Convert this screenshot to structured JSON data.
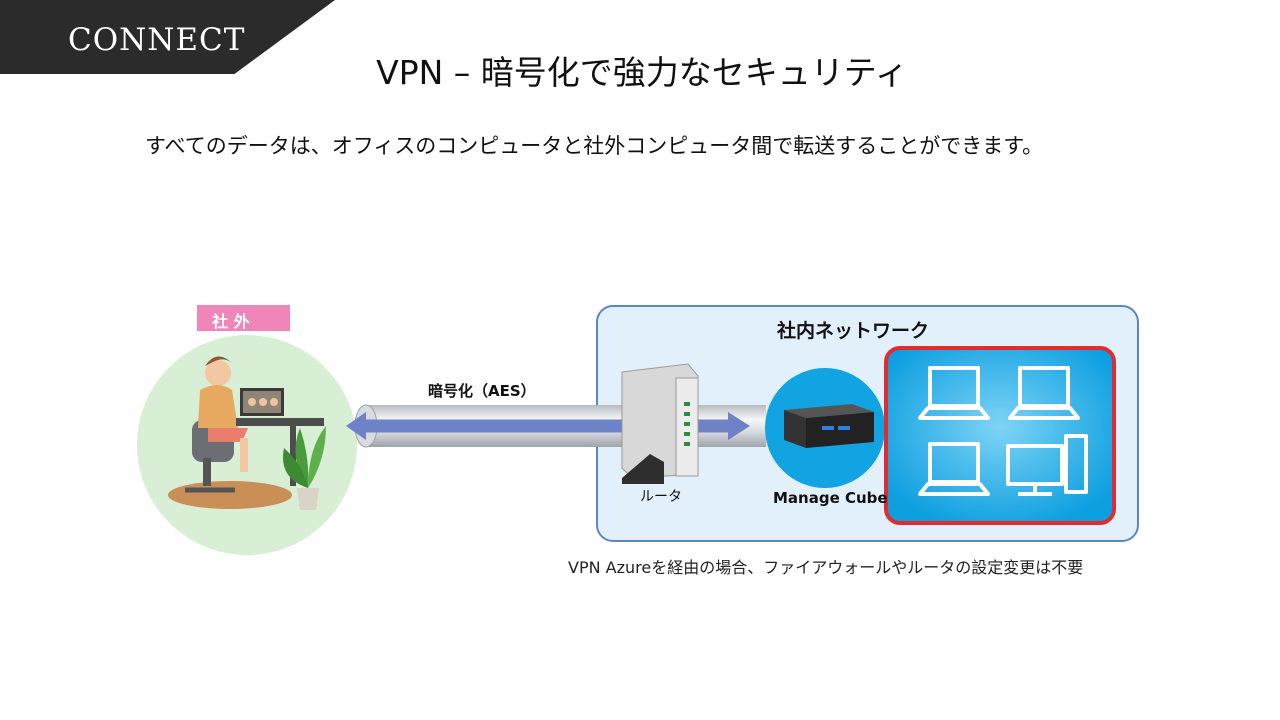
{
  "header": {
    "tag": "CONNECT",
    "title": "VPN – 暗号化で強力なセキュリティ",
    "subtitle": "すべてのデータは、オフィスのコンピュータと社外コンピュータ間で転送することができます。"
  },
  "diagram": {
    "outside_label": "社 外",
    "tunnel_label": "暗号化（AES）",
    "network_label": "社内ネットワーク",
    "router_label": "ルータ",
    "cube_label": "Manage Cube",
    "caption": "VPN Azureを経由の場合、ファイアウォールやルータの設定変更は不要"
  },
  "colors": {
    "tag_bg": "#2b2b2b",
    "outside_badge": "#ef85b8",
    "outside_circle": "#d9efd5",
    "network_bg": "#e1f0fb",
    "network_border": "#5d86c0",
    "device_panel": "#14a8e6",
    "device_panel_border": "#e32a2f",
    "arrow": "#6d82c7"
  },
  "icons": [
    "woman-at-desk-icon",
    "plant-icon",
    "router-icon",
    "mini-pc-icon",
    "laptop-icon",
    "desktop-pc-icon"
  ]
}
